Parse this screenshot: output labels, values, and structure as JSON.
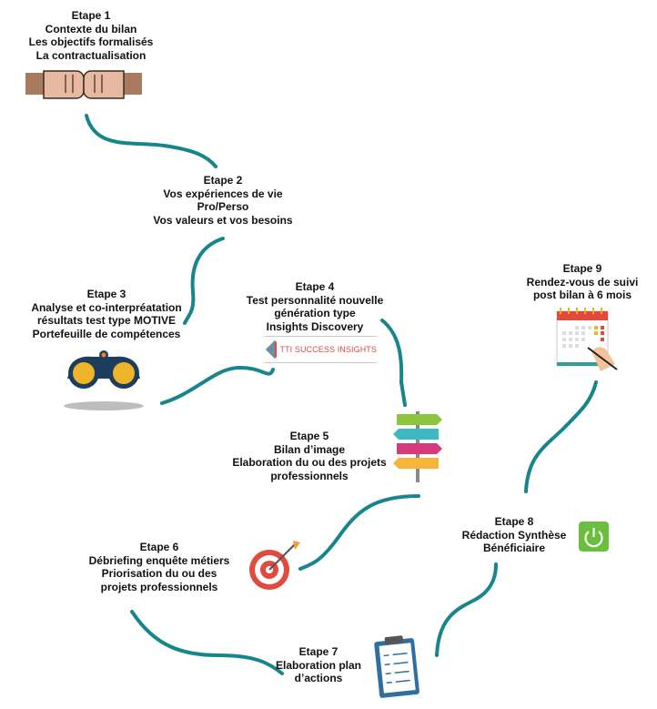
{
  "colors": {
    "path": "#17868c",
    "text": "#111111"
  },
  "steps": [
    {
      "title": "Etape 1",
      "lines": [
        "Contexte du bilan",
        "Les objectifs formalisés",
        "La contractualisation"
      ],
      "icon": "fist-bump-icon"
    },
    {
      "title": "Etape 2",
      "lines": [
        "Vos expériences de vie",
        "Pro/Perso",
        "Vos valeurs et vos besoins"
      ]
    },
    {
      "title": "Etape 3",
      "lines": [
        "Analyse et co-interpréatation",
        "résultats test type MOTIVE",
        "Portefeuille de compétences"
      ],
      "icon": "binoculars-icon"
    },
    {
      "title": "Etape 4",
      "lines": [
        "Test personnalité nouvelle",
        "génération type",
        "Insights Discovery"
      ],
      "icon": "tti-success-insights-logo",
      "logo_text": "TTI SUCCESS INSIGHTS"
    },
    {
      "title": "Etape 5",
      "lines": [
        "Bilan d’image",
        "Elaboration du ou des projets",
        "professionnels"
      ],
      "icon": "signpost-icon"
    },
    {
      "title": "Etape 6",
      "lines": [
        "Débriefing enquête métiers",
        "Priorisation du ou des",
        "projets professionnels"
      ],
      "icon": "target-icon"
    },
    {
      "title": "Etape 7",
      "lines": [
        "Elaboration plan",
        "d’actions"
      ],
      "icon": "checklist-clipboard-icon"
    },
    {
      "title": "Etape 8",
      "lines": [
        "Rédaction Synthèse",
        "Bénéficiaire"
      ],
      "icon": "power-button-icon"
    },
    {
      "title": "Etape 9",
      "lines": [
        "Rendez-vous de suivi",
        "post bilan à 6 mois"
      ],
      "icon": "calendar-icon"
    }
  ]
}
